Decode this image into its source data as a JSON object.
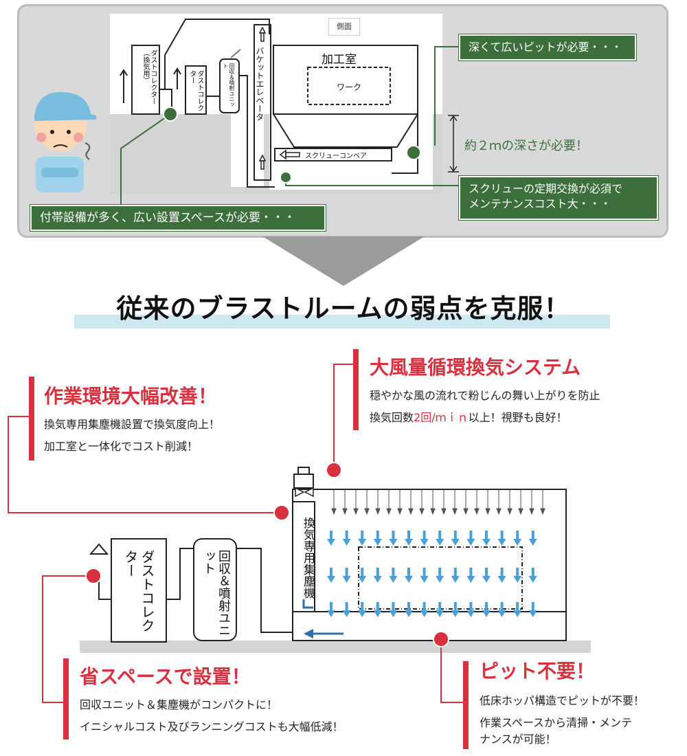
{
  "top": {
    "view_label": "側面",
    "process_room": "加工室",
    "work": "ワーク",
    "dust_collector_vent": "ダストコレクター（換気用）",
    "dust_collector": "ダストコレクター",
    "recovery_unit": "回収＆噴射ユニット",
    "bucket_elevator": "バケットエレベータ",
    "screw_conveyor": "スクリューコンベア",
    "depth_note": "約２ｍの深さが必要！",
    "callout_pit": "深くて広いピットが必要・・・",
    "callout_screw_1": "スクリューの定期交換が必須で",
    "callout_screw_2": "メンテナンスコスト大・・・",
    "callout_equipment": "付帯設備が多く、広い設置スペースが必要・・・"
  },
  "headline": "従来のブラストルームの弱点を克服！",
  "bottom": {
    "env_title": "作業環境大幅改善！",
    "env_line1": "換気専用集塵機設置で換気度向上！",
    "env_line2": "加工室と一体化でコスト削減！",
    "air_title": "大風量循環換気システム",
    "air_line1": "穏やかな風の流れで粉じんの舞い上がりを防止",
    "air_line2_a": "換気回数",
    "air_line2_b": "2回/ｍｉｎ",
    "air_line2_c": "以上！視野も良好！",
    "vent_unit": "換気専用集塵機",
    "dust_collector": "ダストコレクター",
    "recovery_unit": "回収＆噴射ユニット",
    "space_title": "省スペースで設置！",
    "space_line1": "回収ユニット＆集塵機がコンパクトに！",
    "space_line2": "イニシャルコスト及びランニングコストも大幅低減！",
    "pit_title": "ピット不要！",
    "pit_line1": "低床ホッパ構造でピットが不要！",
    "pit_line2": "作業スペースから清掃・メンテ",
    "pit_line3": "ナンスが可能！"
  },
  "colors": {
    "green": "#3d6f3d",
    "red": "#d8303e",
    "blue_arrow": "#4a9fd6",
    "band": "#cde8ef"
  }
}
